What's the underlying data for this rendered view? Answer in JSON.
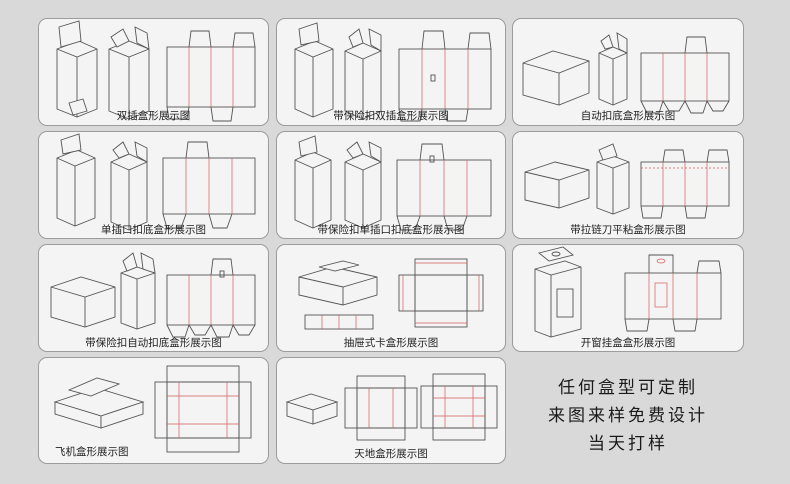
{
  "cards": [
    {
      "caption": "双插盒形展示图"
    },
    {
      "caption": "带保险扣双插盒形展示图"
    },
    {
      "caption": "自动扣底盒形展示图"
    },
    {
      "caption": "单插口扣底盒形展示图"
    },
    {
      "caption": "带保险扣单插口扣底盒形展示图"
    },
    {
      "caption": "带拉链刀平粘盒形展示图"
    },
    {
      "caption": "带保险扣自动扣底盒形展示图"
    },
    {
      "caption": "抽屉式卡盒形展示图"
    },
    {
      "caption": "开窗挂盒盒形展示图"
    },
    {
      "caption": "飞机盒形展示图"
    },
    {
      "caption": "天地盒形展示图"
    }
  ],
  "info_panel": {
    "line1": "任何盒型可定制",
    "line2": "来图来样免费设计",
    "line3": "当天打样"
  },
  "colors": {
    "background": "#d9d9d9",
    "card": "#f4f4f4",
    "outline": "#555555",
    "fold_line": "#d35c5c"
  }
}
